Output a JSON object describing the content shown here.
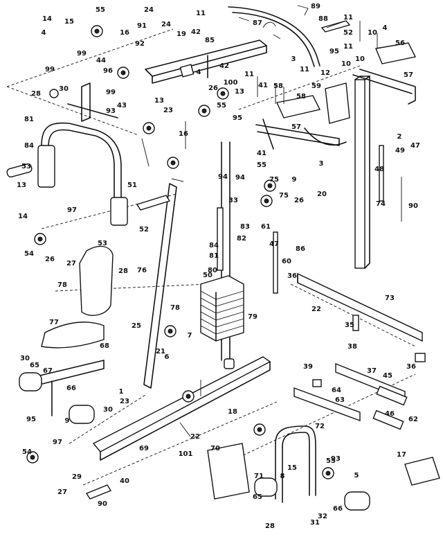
{
  "callouts": [
    {
      "id": "c1",
      "text": "14"
    },
    {
      "id": "c2",
      "text": "15"
    },
    {
      "id": "c3",
      "text": "55"
    },
    {
      "id": "c4",
      "text": "16"
    },
    {
      "id": "c5",
      "text": "4"
    },
    {
      "id": "c6",
      "text": "99"
    },
    {
      "id": "c7",
      "text": "44"
    },
    {
      "id": "c8",
      "text": "99"
    },
    {
      "id": "c9",
      "text": "24"
    },
    {
      "id": "c10",
      "text": "24"
    },
    {
      "id": "c11",
      "text": "91"
    },
    {
      "id": "c12",
      "text": "92"
    },
    {
      "id": "c13",
      "text": "11"
    },
    {
      "id": "c14",
      "text": "87"
    },
    {
      "id": "c15",
      "text": "89"
    },
    {
      "id": "c16",
      "text": "88"
    },
    {
      "id": "c17",
      "text": "11"
    },
    {
      "id": "c18",
      "text": "52"
    },
    {
      "id": "c19",
      "text": "10"
    },
    {
      "id": "c20",
      "text": "4"
    },
    {
      "id": "c21",
      "text": "19"
    },
    {
      "id": "c22",
      "text": "42"
    },
    {
      "id": "c23",
      "text": "85"
    },
    {
      "id": "c24",
      "text": "3"
    },
    {
      "id": "c25",
      "text": "42"
    },
    {
      "id": "c26",
      "text": "11"
    },
    {
      "id": "c27",
      "text": "56"
    },
    {
      "id": "c28",
      "text": "95"
    },
    {
      "id": "c29",
      "text": "10"
    },
    {
      "id": "c30",
      "text": "12"
    },
    {
      "id": "c31",
      "text": "57"
    },
    {
      "id": "c32",
      "text": "11"
    },
    {
      "id": "c33",
      "text": "10"
    },
    {
      "id": "c34",
      "text": "58"
    },
    {
      "id": "c35",
      "text": "59"
    },
    {
      "id": "c36",
      "text": "28"
    },
    {
      "id": "c37",
      "text": "30"
    },
    {
      "id": "c38",
      "text": "96"
    },
    {
      "id": "c39",
      "text": "99"
    },
    {
      "id": "c40",
      "text": "43"
    },
    {
      "id": "c41",
      "text": "93"
    },
    {
      "id": "c42",
      "text": "23"
    },
    {
      "id": "c43",
      "text": "55"
    },
    {
      "id": "c44",
      "text": "26"
    },
    {
      "id": "c45",
      "text": "100"
    },
    {
      "id": "c46",
      "text": "13"
    },
    {
      "id": "c47",
      "text": "13"
    },
    {
      "id": "c48",
      "text": "11"
    },
    {
      "id": "c49",
      "text": "41"
    },
    {
      "id": "c50",
      "text": "95"
    },
    {
      "id": "c51",
      "text": "4"
    },
    {
      "id": "c52",
      "text": "81"
    },
    {
      "id": "c53",
      "text": "84"
    },
    {
      "id": "c54",
      "text": "53"
    },
    {
      "id": "c55",
      "text": "13"
    },
    {
      "id": "c56",
      "text": "14"
    },
    {
      "id": "c57",
      "text": "97"
    },
    {
      "id": "c58",
      "text": "54"
    },
    {
      "id": "c59",
      "text": "26"
    },
    {
      "id": "c60",
      "text": "27"
    },
    {
      "id": "c61",
      "text": "51"
    },
    {
      "id": "c62",
      "text": "52"
    },
    {
      "id": "c63",
      "text": "53"
    },
    {
      "id": "c64",
      "text": "28"
    },
    {
      "id": "c65",
      "text": "78"
    },
    {
      "id": "c66",
      "text": "76"
    },
    {
      "id": "c67",
      "text": "77"
    },
    {
      "id": "c68",
      "text": "25"
    },
    {
      "id": "c69",
      "text": "68"
    },
    {
      "id": "c70",
      "text": "30"
    },
    {
      "id": "c71",
      "text": "65"
    },
    {
      "id": "c72",
      "text": "67"
    },
    {
      "id": "c73",
      "text": "66"
    },
    {
      "id": "c74",
      "text": "95"
    },
    {
      "id": "c75",
      "text": "9"
    },
    {
      "id": "c76",
      "text": "30"
    },
    {
      "id": "c77",
      "text": "23"
    },
    {
      "id": "c78",
      "text": "94"
    },
    {
      "id": "c79",
      "text": "75"
    },
    {
      "id": "c80",
      "text": "26"
    },
    {
      "id": "c81",
      "text": "33"
    },
    {
      "id": "c82",
      "text": "83"
    },
    {
      "id": "c83",
      "text": "82"
    },
    {
      "id": "c84",
      "text": "84"
    },
    {
      "id": "c85",
      "text": "81"
    },
    {
      "id": "c86",
      "text": "80"
    },
    {
      "id": "c87",
      "text": "79"
    },
    {
      "id": "c88",
      "text": "61"
    },
    {
      "id": "c89",
      "text": "47"
    },
    {
      "id": "c90",
      "text": "60"
    },
    {
      "id": "c91",
      "text": "74"
    },
    {
      "id": "c92",
      "text": "48"
    },
    {
      "id": "c93",
      "text": "86"
    },
    {
      "id": "c94",
      "text": "20"
    },
    {
      "id": "c95",
      "text": "90"
    },
    {
      "id": "c96",
      "text": "36"
    },
    {
      "id": "c97",
      "text": "73"
    },
    {
      "id": "c98",
      "text": "22"
    },
    {
      "id": "c99",
      "text": "35"
    },
    {
      "id": "c100",
      "text": "38"
    },
    {
      "id": "c101",
      "text": "39"
    },
    {
      "id": "c102",
      "text": "37"
    },
    {
      "id": "c103",
      "text": "36"
    },
    {
      "id": "c104",
      "text": "64"
    },
    {
      "id": "c105",
      "text": "45"
    },
    {
      "id": "c106",
      "text": "62"
    },
    {
      "id": "c107",
      "text": "46"
    },
    {
      "id": "c108",
      "text": "63"
    },
    {
      "id": "c109",
      "text": "69"
    },
    {
      "id": "c110",
      "text": "22"
    },
    {
      "id": "c111",
      "text": "70"
    },
    {
      "id": "c112",
      "text": "101"
    },
    {
      "id": "c113",
      "text": "72"
    },
    {
      "id": "c114",
      "text": "93"
    },
    {
      "id": "c115",
      "text": "17"
    },
    {
      "id": "c116",
      "text": "54"
    },
    {
      "id": "c117",
      "text": "97"
    },
    {
      "id": "c118",
      "text": "29"
    },
    {
      "id": "c119",
      "text": "40"
    },
    {
      "id": "c120",
      "text": "90"
    },
    {
      "id": "c121",
      "text": "27"
    },
    {
      "id": "c122",
      "text": "31"
    },
    {
      "id": "c123",
      "text": "32"
    },
    {
      "id": "c124",
      "text": "65"
    },
    {
      "id": "c125",
      "text": "66"
    },
    {
      "id": "c126",
      "text": "28"
    },
    {
      "id": "c127",
      "text": "71"
    },
    {
      "id": "c128",
      "text": "15"
    },
    {
      "id": "c129",
      "text": "18"
    },
    {
      "id": "c130",
      "text": "55"
    },
    {
      "id": "c131",
      "text": "5"
    },
    {
      "id": "c132",
      "text": "21"
    },
    {
      "id": "c133",
      "text": "57"
    },
    {
      "id": "c134",
      "text": "8"
    },
    {
      "id": "c135",
      "text": "9"
    },
    {
      "id": "c136",
      "text": "47"
    },
    {
      "id": "c137",
      "text": "49"
    },
    {
      "id": "c138",
      "text": "2"
    },
    {
      "id": "c139",
      "text": "3"
    },
    {
      "id": "c140",
      "text": "55"
    },
    {
      "id": "c141",
      "text": "94"
    },
    {
      "id": "c142",
      "text": "75"
    },
    {
      "id": "c143",
      "text": "41"
    },
    {
      "id": "c144",
      "text": "16"
    },
    {
      "id": "c145",
      "text": "50"
    },
    {
      "id": "c146",
      "text": "78"
    },
    {
      "id": "c147",
      "text": "58"
    },
    {
      "id": "c148",
      "text": "1"
    },
    {
      "id": "c149",
      "text": "6"
    },
    {
      "id": "c150",
      "text": "7"
    }
  ]
}
